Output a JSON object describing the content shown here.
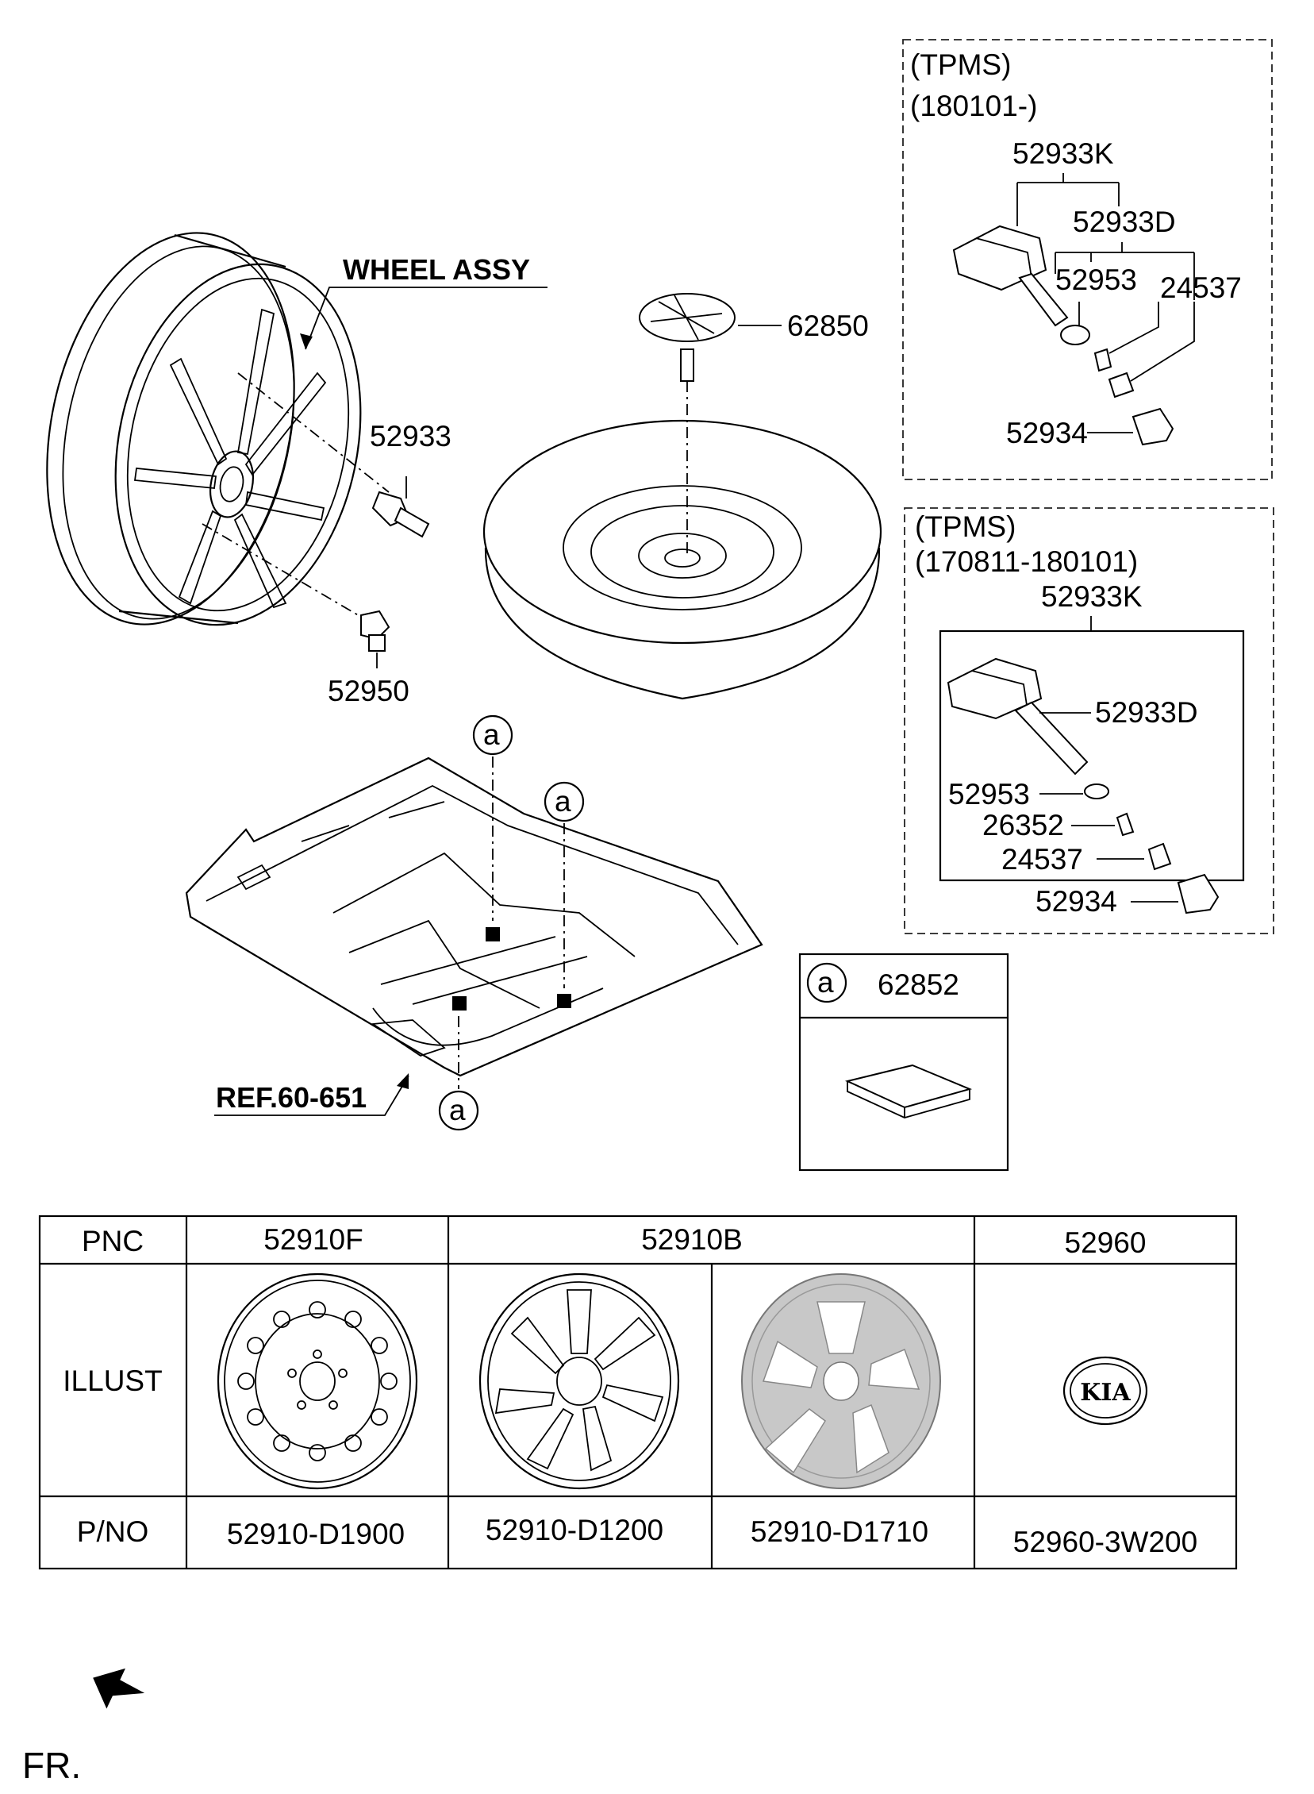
{
  "callouts": {
    "wheel_assy": "WHEEL ASSY",
    "p52933": "52933",
    "p52950": "52950",
    "p62850": "62850",
    "ref": "REF.60-651",
    "a1": "a",
    "a2": "a",
    "a3": "a"
  },
  "tpms_upper": {
    "title": "(TPMS)",
    "range": "(180101-)",
    "p52933K": "52933K",
    "p52933D": "52933D",
    "p52953": "52953",
    "p24537": "24537",
    "p52934": "52934"
  },
  "tpms_lower": {
    "title": "(TPMS)",
    "range": "(170811-180101)",
    "p52933K": "52933K",
    "p52933D": "52933D",
    "p52953": "52953",
    "p26352": "26352",
    "p24537": "24537",
    "p52934": "52934"
  },
  "kit_box": {
    "ref": "a",
    "part": "62852"
  },
  "table": {
    "row_labels": [
      "PNC",
      "ILLUST",
      "P/NO"
    ],
    "pnc": [
      "52910F",
      "52910B",
      "52960"
    ],
    "pno": [
      "52910-D1900",
      "52910-D1200",
      "52910-D1710",
      "52960-3W200"
    ],
    "emblem_text": "KIA"
  },
  "direction": "FR."
}
